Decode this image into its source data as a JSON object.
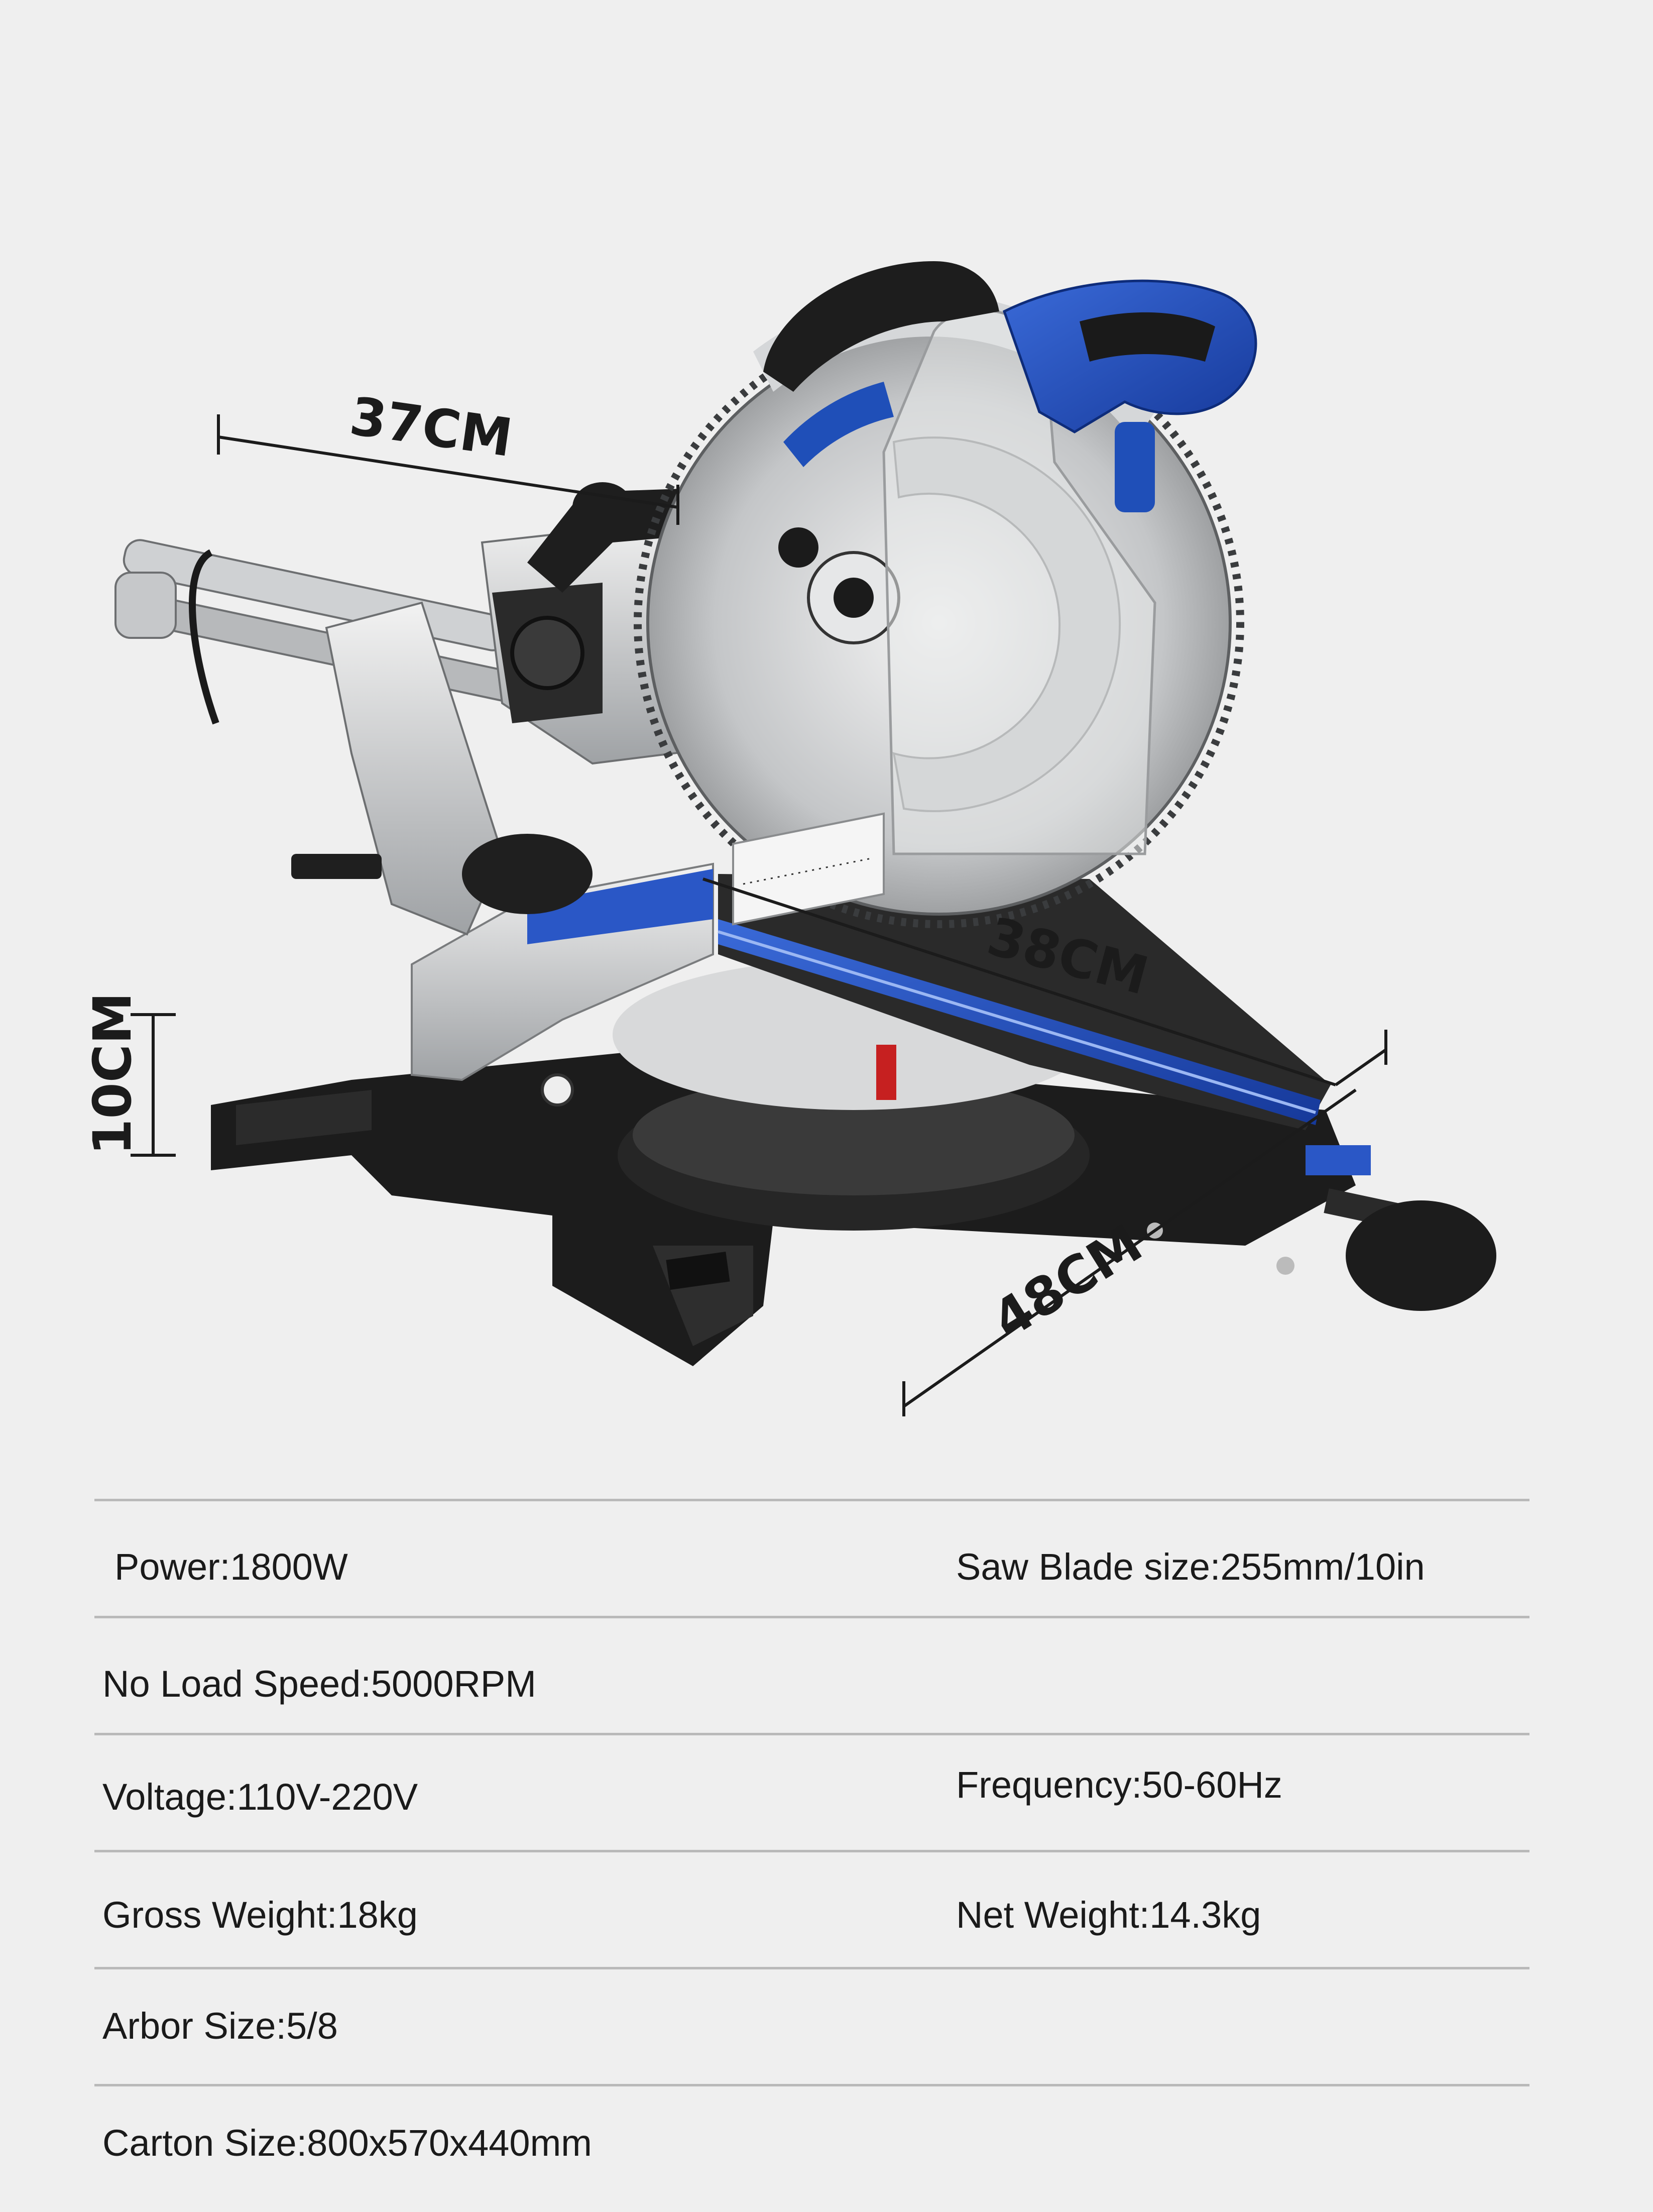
{
  "dimensions": {
    "width_label": "37CM",
    "depth_label": "38CM",
    "length_label": "48CM",
    "height_label": "10CM"
  },
  "specs": {
    "power": "Power:1800W",
    "blade_size": "Saw Blade size:255mm/10in",
    "no_load_speed": "No Load Speed:5000RPM",
    "voltage": "Voltage:110V-220V",
    "frequency": "Frequency:50-60Hz",
    "gross_weight": "Gross Weight:18kg",
    "net_weight": "Net Weight:14.3kg",
    "arbor_size": "Arbor Size:5/8",
    "carton_size": "Carton Size:800x570x440mm"
  },
  "colors": {
    "background": "#efefef",
    "accent_blue": "#1f4fb8",
    "body_black": "#1c1c1c",
    "metal_silver": "#c9cbcd",
    "divider": "#b9b9b9"
  }
}
